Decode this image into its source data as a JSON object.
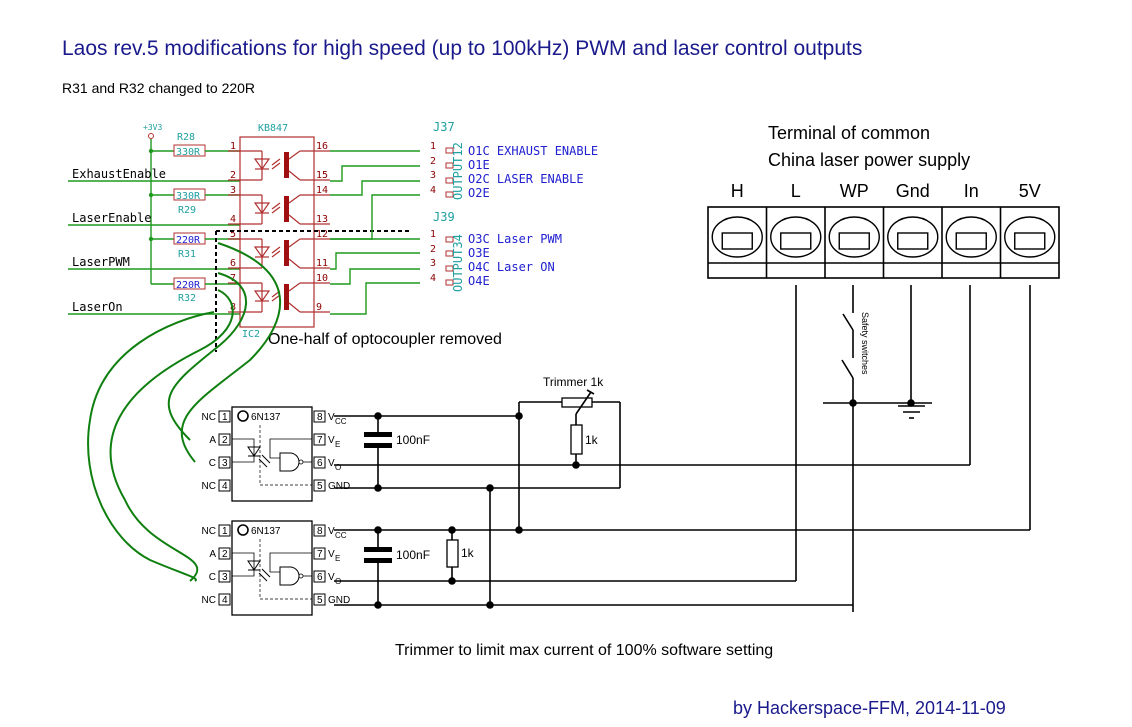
{
  "title": "Laos rev.5 modifications for high speed (up to 100kHz) PWM and laser control outputs",
  "subtitle": "R31 and R32 changed to 220R",
  "power_label": "+3V3",
  "ic": {
    "name": "KB847",
    "ref": "IC2",
    "left_pins": [
      "1",
      "2",
      "3",
      "4",
      "5",
      "6",
      "7",
      "8"
    ],
    "right_pins": [
      "16",
      "15",
      "14",
      "13",
      "12",
      "11",
      "10",
      "9"
    ]
  },
  "resistors": [
    {
      "ref": "R28",
      "value": "330R"
    },
    {
      "ref": "R29",
      "value": "330R"
    },
    {
      "ref": "R31",
      "value": "220R"
    },
    {
      "ref": "R32",
      "value": "220R"
    }
  ],
  "nets": [
    "ExhaustEnable",
    "LaserEnable",
    "LaserPWM",
    "LaserOn"
  ],
  "connectors": [
    {
      "ref": "J37",
      "name": "OUTPUT12",
      "pins": [
        "1",
        "2",
        "3",
        "4"
      ],
      "labels": [
        "O1C EXHAUST ENABLE",
        "O1E",
        "O2C LASER ENABLE",
        "O2E"
      ]
    },
    {
      "ref": "J39",
      "name": "OUTPUT34",
      "pins": [
        "1",
        "2",
        "3",
        "4"
      ],
      "labels": [
        "O3C Laser PWM",
        "O3E",
        "O4C Laser ON",
        "O4E"
      ]
    }
  ],
  "removed_note": "One-half of optocoupler removed",
  "terminal": {
    "caption_line1": "Terminal of common",
    "caption_line2": "China laser power supply",
    "labels": [
      "H",
      "L",
      "WP",
      "Gnd",
      "In",
      "5V"
    ]
  },
  "safety_label": "Safety switches",
  "optos": [
    {
      "name": "6N137",
      "left_pins": [
        {
          "num": "1",
          "label": "NC"
        },
        {
          "num": "2",
          "label": "A"
        },
        {
          "num": "3",
          "label": "C"
        },
        {
          "num": "4",
          "label": "NC"
        }
      ],
      "right_pins": [
        {
          "num": "8",
          "label": "V",
          "sub": "CC"
        },
        {
          "num": "7",
          "label": "V",
          "sub": "E"
        },
        {
          "num": "6",
          "label": "V",
          "sub": "O"
        },
        {
          "num": "5",
          "label": "GND",
          "sub": ""
        }
      ]
    },
    {
      "name": "6N137",
      "left_pins": [
        {
          "num": "1",
          "label": "NC"
        },
        {
          "num": "2",
          "label": "A"
        },
        {
          "num": "3",
          "label": "C"
        },
        {
          "num": "4",
          "label": "NC"
        }
      ],
      "right_pins": [
        {
          "num": "8",
          "label": "V",
          "sub": "CC"
        },
        {
          "num": "7",
          "label": "V",
          "sub": "E"
        },
        {
          "num": "6",
          "label": "V",
          "sub": "O"
        },
        {
          "num": "5",
          "label": "GND",
          "sub": ""
        }
      ]
    }
  ],
  "components": {
    "cap1": "100nF",
    "cap2": "100nF",
    "trimmer": "Trimmer 1k",
    "r_top": "1k",
    "r_bottom": "1k"
  },
  "note_bottom": "Trimmer to limit max current of 100% software setting",
  "credit": "by Hackerspace-FFM, 2014-11-09"
}
